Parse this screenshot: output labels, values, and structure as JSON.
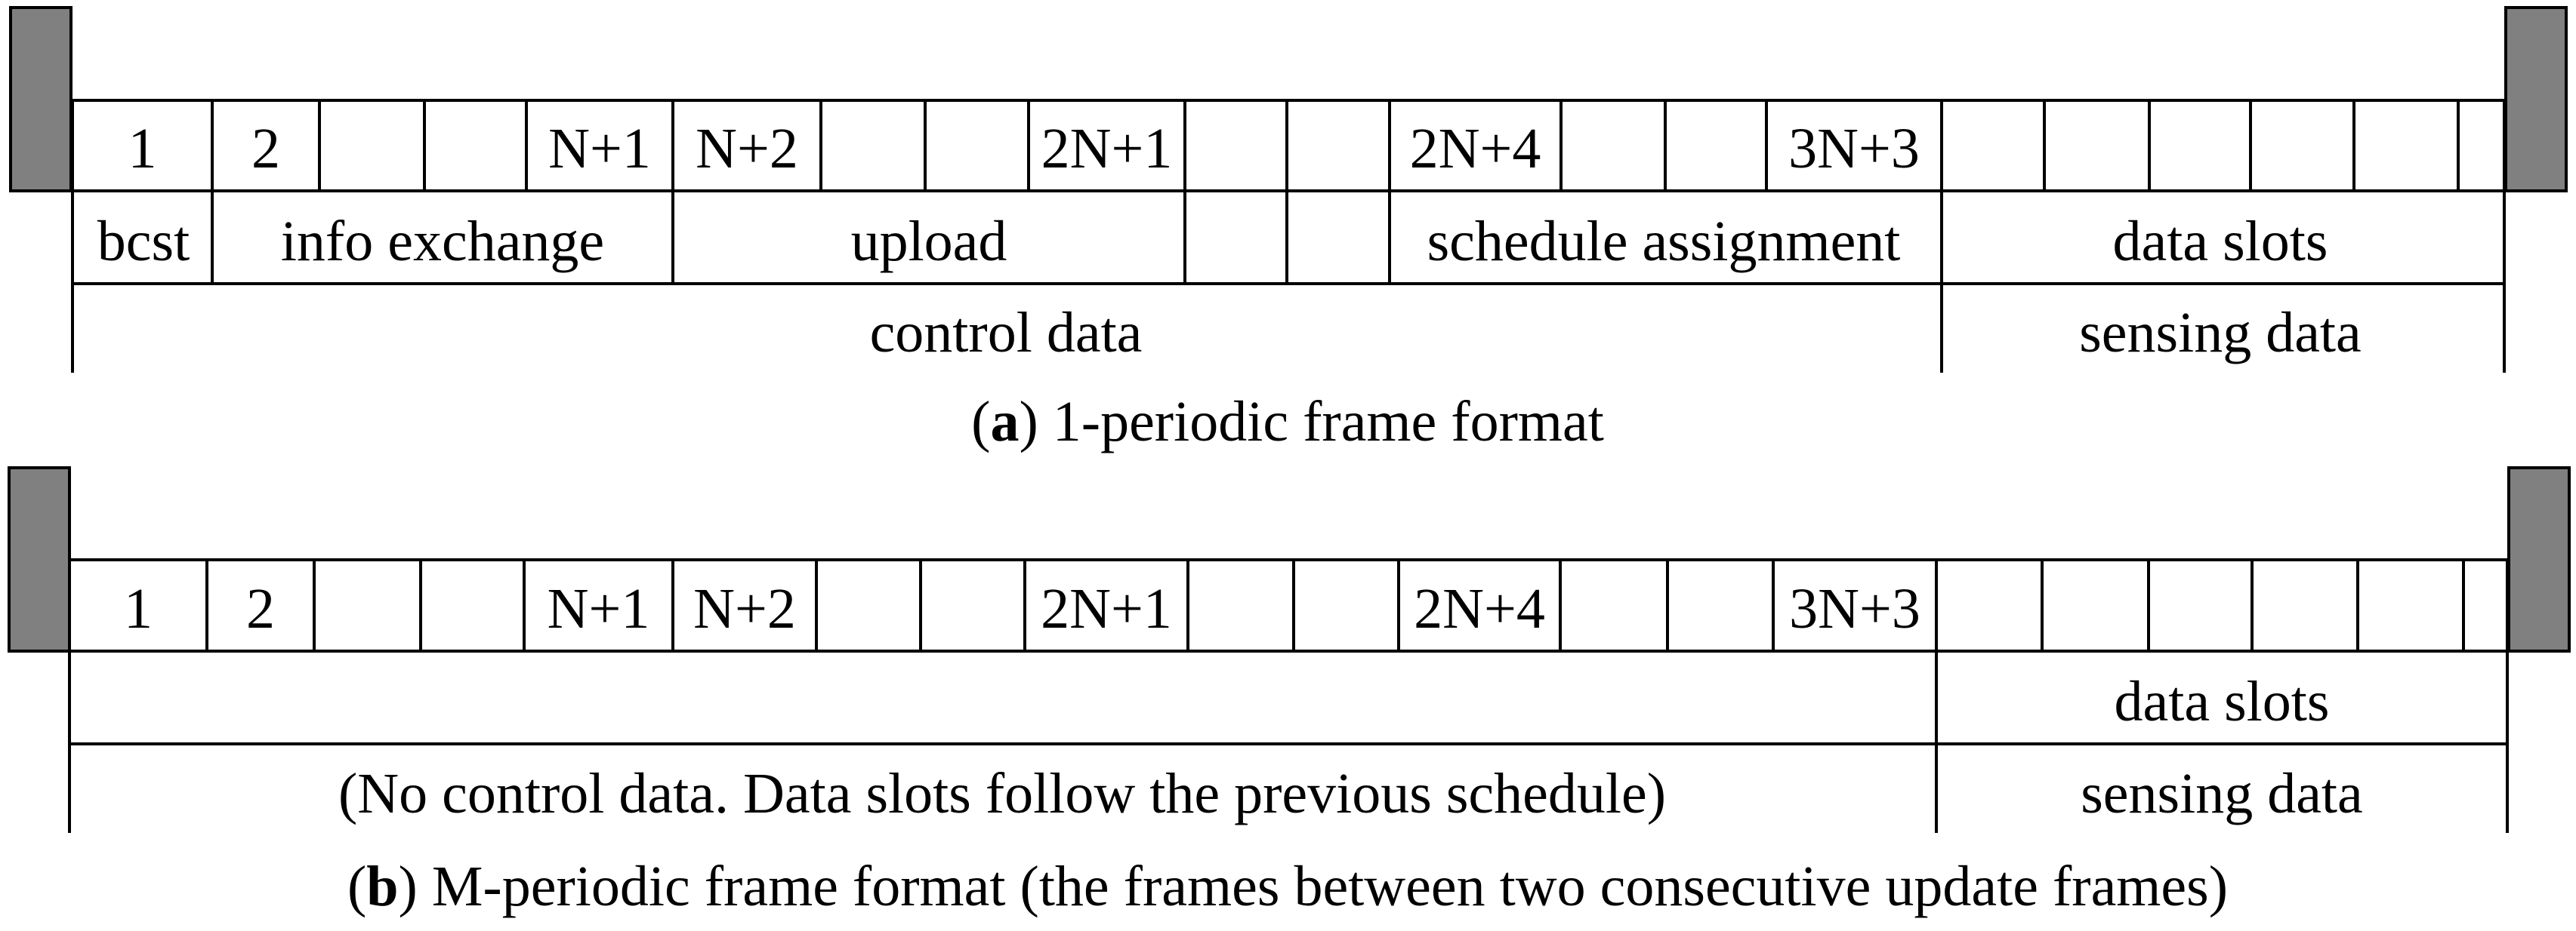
{
  "colors": {
    "line": "#000000",
    "end_cap_fill": "#808080",
    "background": "#ffffff"
  },
  "frame_a": {
    "slot_labels": [
      "1",
      "2",
      "",
      "",
      "N+1",
      "N+2",
      "",
      "",
      "2N+1",
      "",
      "",
      "2N+4",
      "",
      "",
      "3N+3",
      "",
      "",
      "",
      "",
      "",
      ""
    ],
    "field_labels": {
      "bcst": "bcst",
      "info_exchange": "info exchange",
      "upload": "upload",
      "schedule_assignment": "schedule assignment",
      "data_slots": "data slots"
    },
    "group_labels": {
      "control": "control data",
      "sensing": "sensing data"
    },
    "caption_letter": "a",
    "caption_text": "1-periodic frame format"
  },
  "frame_b": {
    "slot_labels": [
      "1",
      "2",
      "",
      "",
      "N+1",
      "N+2",
      "",
      "",
      "2N+1",
      "",
      "",
      "2N+4",
      "",
      "",
      "3N+3",
      "",
      "",
      "",
      "",
      "",
      ""
    ],
    "field_labels": {
      "data_slots": "data slots"
    },
    "group_labels": {
      "no_control": "(No control data. Data slots follow the previous schedule)",
      "sensing": "sensing data"
    },
    "caption_letter": "b",
    "caption_text": "M-periodic frame format (the frames between two consecutive update frames)"
  }
}
